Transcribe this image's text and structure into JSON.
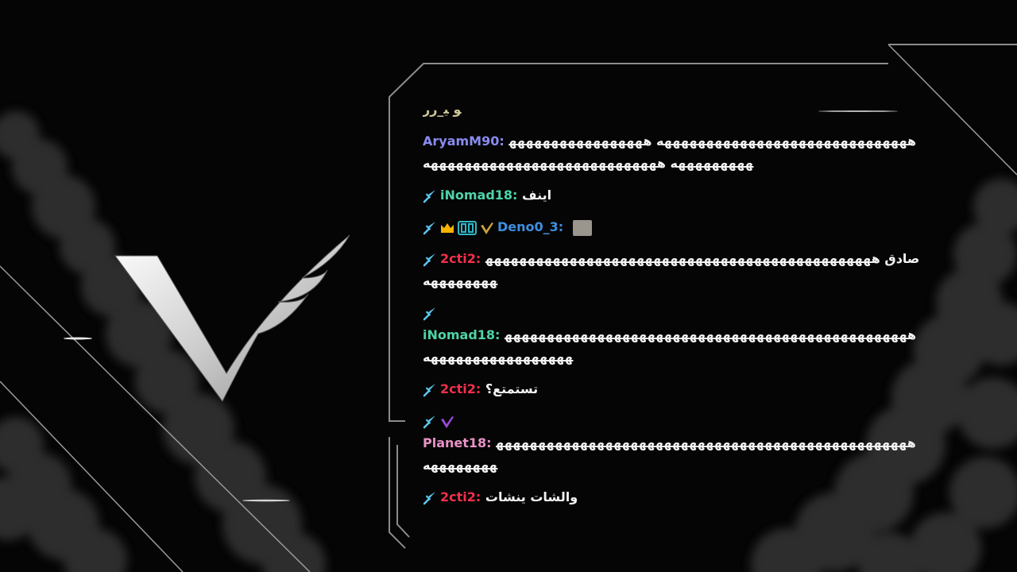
{
  "colors": {
    "background": "#050505",
    "frame": "#8c8c8c",
    "logo": "#d9d9d9",
    "badge_sword": "#5bc8f0",
    "badge_crown": "#f5b400",
    "badge_box": "#2fb7c9",
    "badge_check_gold": "#c9a23b",
    "badge_check_purple": "#9b4bd8"
  },
  "logo": {
    "icon": "winged-v-logo-icon"
  },
  "chat": {
    "messages": [
      {
        "user": "",
        "user_color": "#f2e7b0",
        "text": "ﻮ ﻴ_ﺯﺯ",
        "badges": []
      },
      {
        "user": "AryamM90:",
        "user_color": "#8a8cf0",
        "text": "ههههههههههههههههههههههههههههههه ههههههههههههههههههههههههههه ههههههههههههههههههههههههههههه",
        "badges": []
      },
      {
        "user": "iNomad18:",
        "user_color": "#4ed3a9",
        "text": "اينف",
        "badges": [
          "sword"
        ]
      },
      {
        "user": "Deno0_3:",
        "user_color": "#3f8fe0",
        "text": "",
        "badges": [
          "sword",
          "crown",
          "box-8e",
          "check-gold"
        ],
        "emote": true
      },
      {
        "user": "2cti2:",
        "user_color": "#f0304b",
        "text": "صادق هههههههههههههههههههههههههههههههههههههههههههههههههههههههه",
        "badges": [
          "sword"
        ]
      },
      {
        "user": "iNomad18:",
        "user_color": "#4ed3a9",
        "text": "ههههههههههههههههههههههههههههههههههههههههههههههههههههههههههههههههههه",
        "badges": [
          "sword"
        ],
        "badge_own_line": true
      },
      {
        "user": "2cti2:",
        "user_color": "#f0304b",
        "text": "تستمتع؟",
        "badges": [
          "sword"
        ]
      },
      {
        "user": "Planet18:",
        "user_color": "#e893c7",
        "text": "ههههههههههههههههههههههههههههههههههههههههههههههههههههههههههه",
        "badges": [
          "sword",
          "check-purple"
        ],
        "badge_own_line": true
      },
      {
        "user": "2cti2:",
        "user_color": "#f0304b",
        "text": "والشات ينشات",
        "badges": [
          "sword"
        ]
      }
    ]
  }
}
